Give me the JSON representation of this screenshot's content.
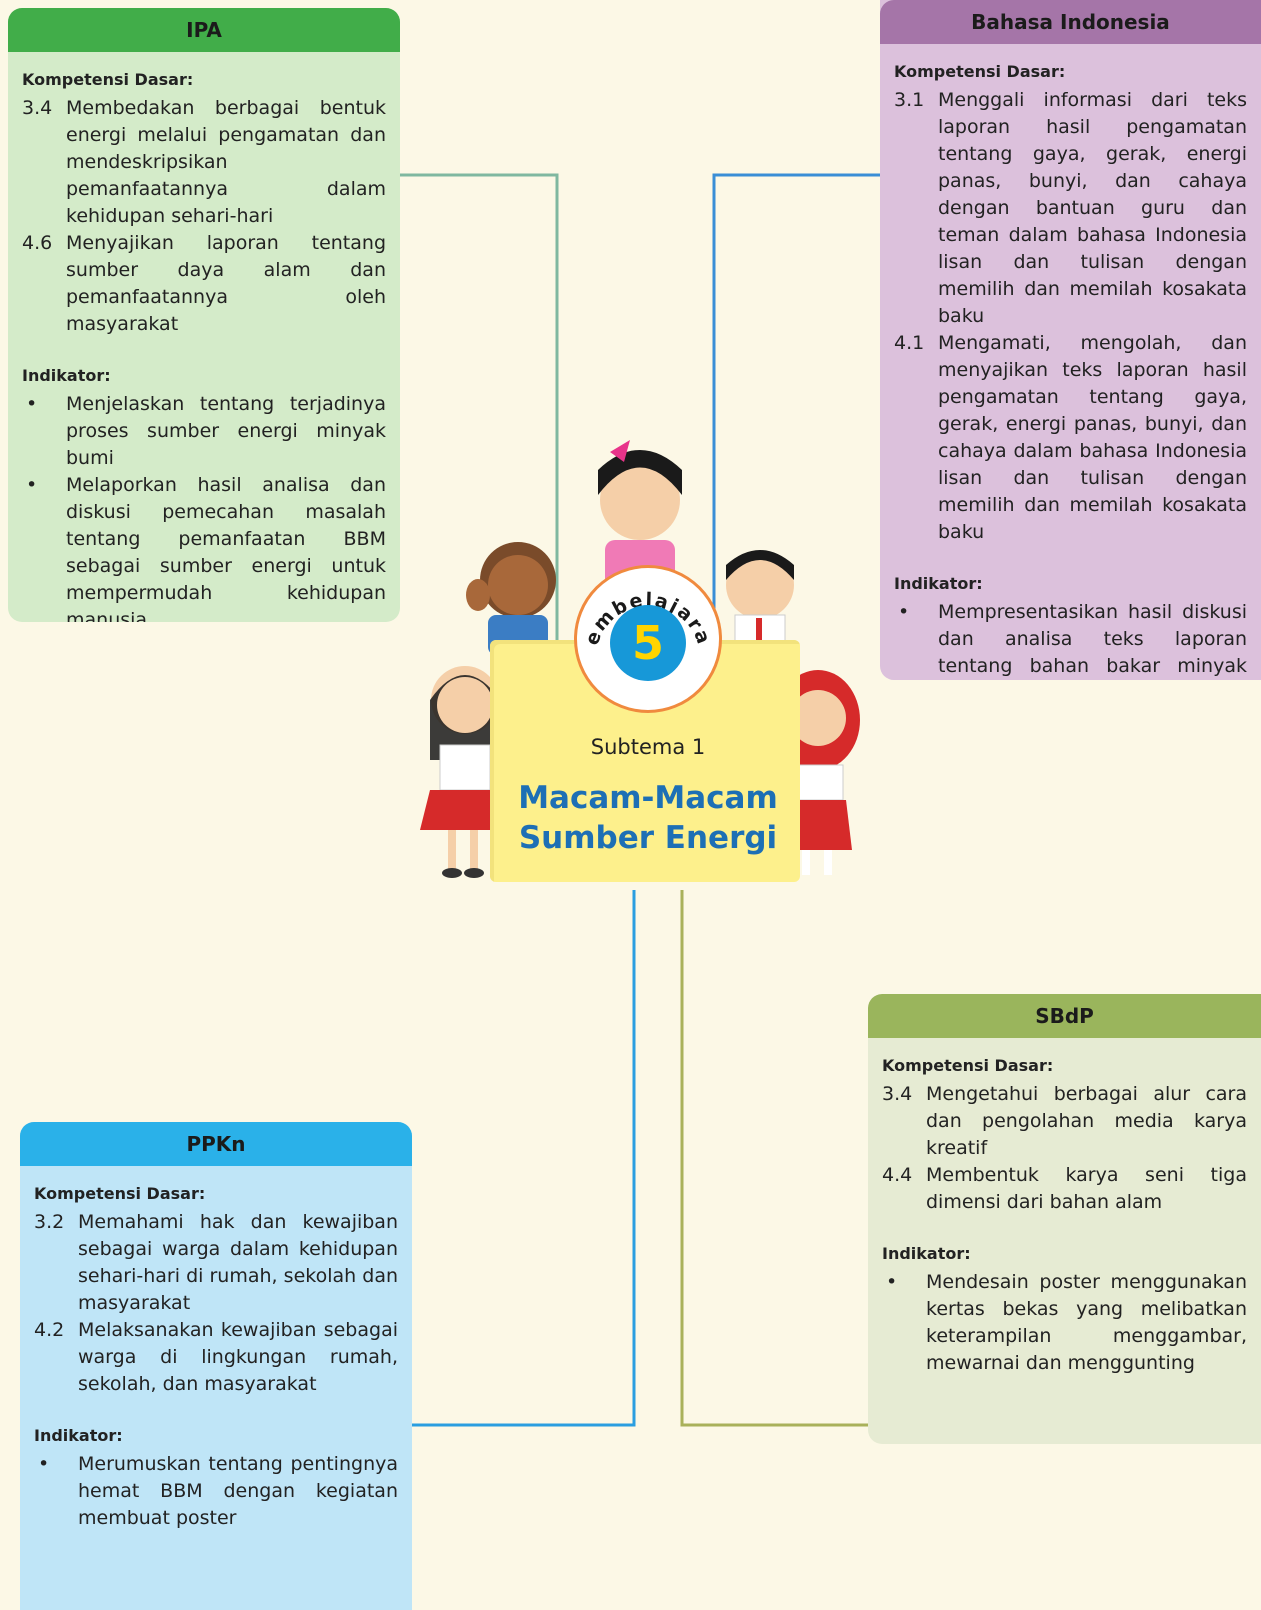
{
  "center": {
    "badge_word": "Pembelajaran",
    "badge_number": "5",
    "subtema": "Subtema 1",
    "title_line1": "Macam-Macam",
    "title_line2": "Sumber Energi"
  },
  "ipa": {
    "title": "IPA",
    "kd_label": "Kompetensi Dasar:",
    "kd": [
      {
        "num": "3.4",
        "text": "Membedakan berbagai bentuk energi melalui pengamatan dan mendeskripsikan pemanfaatannya dalam kehidupan sehari-hari"
      },
      {
        "num": "4.6",
        "text": "Menyajikan laporan tentang sumber daya alam dan pemanfaatannya oleh masyarakat"
      }
    ],
    "ind_label": "Indikator:",
    "indicators": [
      "Menjelaskan tentang terjadinya proses sumber energi minyak bumi",
      "Melaporkan hasil analisa dan diskusi pemecahan masalah tentang pemanfaatan BBM sebagai sumber energi untuk mempermudah kehidupan manusia"
    ]
  },
  "bahasa": {
    "title": "Bahasa Indonesia",
    "kd_label": "Kompetensi Dasar:",
    "kd": [
      {
        "num": "3.1",
        "text": "Menggali informasi dari teks laporan hasil pengamatan tentang gaya, gerak, energi panas, bunyi, dan cahaya dengan bantuan guru dan teman dalam bahasa Indonesia lisan dan tulisan dengan memilih dan memilah kosakata baku"
      },
      {
        "num": "4.1",
        "text": "Mengamati, mengolah, dan menyajikan teks laporan hasil pengamatan tentang gaya, gerak, energi panas, bunyi, dan cahaya dalam bahasa Indonesia lisan dan tulisan dengan memilih dan memilah kosakata baku"
      }
    ],
    "ind_label": "Indikator:",
    "indicators": [
      "Mempresentasikan hasil diskusi dan analisa teks laporan tentang bahan bakar minyak dengan menggunakan kosa kata baku"
    ]
  },
  "sbdp": {
    "title": "SBdP",
    "kd_label": "Kompetensi Dasar:",
    "kd": [
      {
        "num": "3.4",
        "text": "Mengetahui berbagai alur cara dan pengolahan media karya kreatif"
      },
      {
        "num": "4.4",
        "text": "Membentuk karya seni tiga dimensi dari bahan alam"
      }
    ],
    "ind_label": "Indikator:",
    "indicators": [
      "Mendesain poster menggunakan kertas bekas yang melibatkan keterampilan menggambar, mewarnai dan menggunting"
    ]
  },
  "ppkn": {
    "title": "PPKn",
    "kd_label": "Kompetensi Dasar:",
    "kd": [
      {
        "num": "3.2",
        "text": "Memahami hak dan kewajiban sebagai warga dalam kehidupan sehari-hari di rumah, sekolah dan masyarakat"
      },
      {
        "num": "4.2",
        "text": "Melaksanakan kewajiban sebagai warga di lingkungan rumah, sekolah, dan masyarakat"
      }
    ],
    "ind_label": "Indikator:",
    "indicators": [
      "Merumuskan tentang pentingnya hemat BBM dengan kegiatan membuat poster"
    ]
  },
  "colors": {
    "ipa": "#41ad49",
    "bahasa": "#a575a8",
    "sbdp": "#9ab55c",
    "ppkn": "#2ab1e9",
    "title": "#1d6fb5"
  }
}
